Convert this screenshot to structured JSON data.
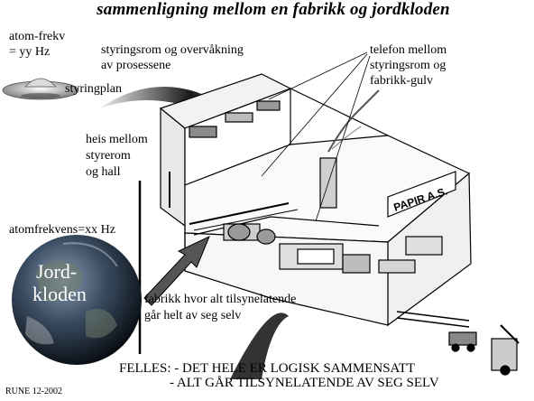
{
  "title": "sammenligning mellom en fabrikk og jordkloden",
  "labels": {
    "atom_frekv_1": "atom-frekv",
    "atom_frekv_2": "= yy Hz",
    "styringsrom_1": "styringsrom og overvåkning",
    "styringsrom_2": "av prosessene",
    "styringplan": "styringplan",
    "telefon_1": "telefon mellom",
    "telefon_2": "styringsrom og",
    "telefon_3": "fabrikk-gulv",
    "heis_1": "heis mellom",
    "heis_2": "styrerom",
    "heis_3": "og hall",
    "atomfrekvens": "atomfrekvens=xx Hz",
    "jord_1": "Jord-",
    "jord_2": "kloden",
    "fabrikk_1": "fabrikk hvor alt tilsynelatende",
    "fabrikk_2": "går helt av seg selv",
    "felles_1": "FELLES: - DET HELE ER LOGISK SAMMENSATT",
    "felles_2": "- ALT GÅR TILSYNELATENDE AV SEG SELV",
    "signature": "RUNE 12-2002",
    "factory_sign": "PAPIR A.S."
  },
  "colors": {
    "ink": "#000000",
    "paper": "#ffffff",
    "globe_ocean": "#1c2a3a"
  },
  "icons": [
    "ufo-icon",
    "globe-icon",
    "arrow-icon",
    "crane-icon"
  ]
}
